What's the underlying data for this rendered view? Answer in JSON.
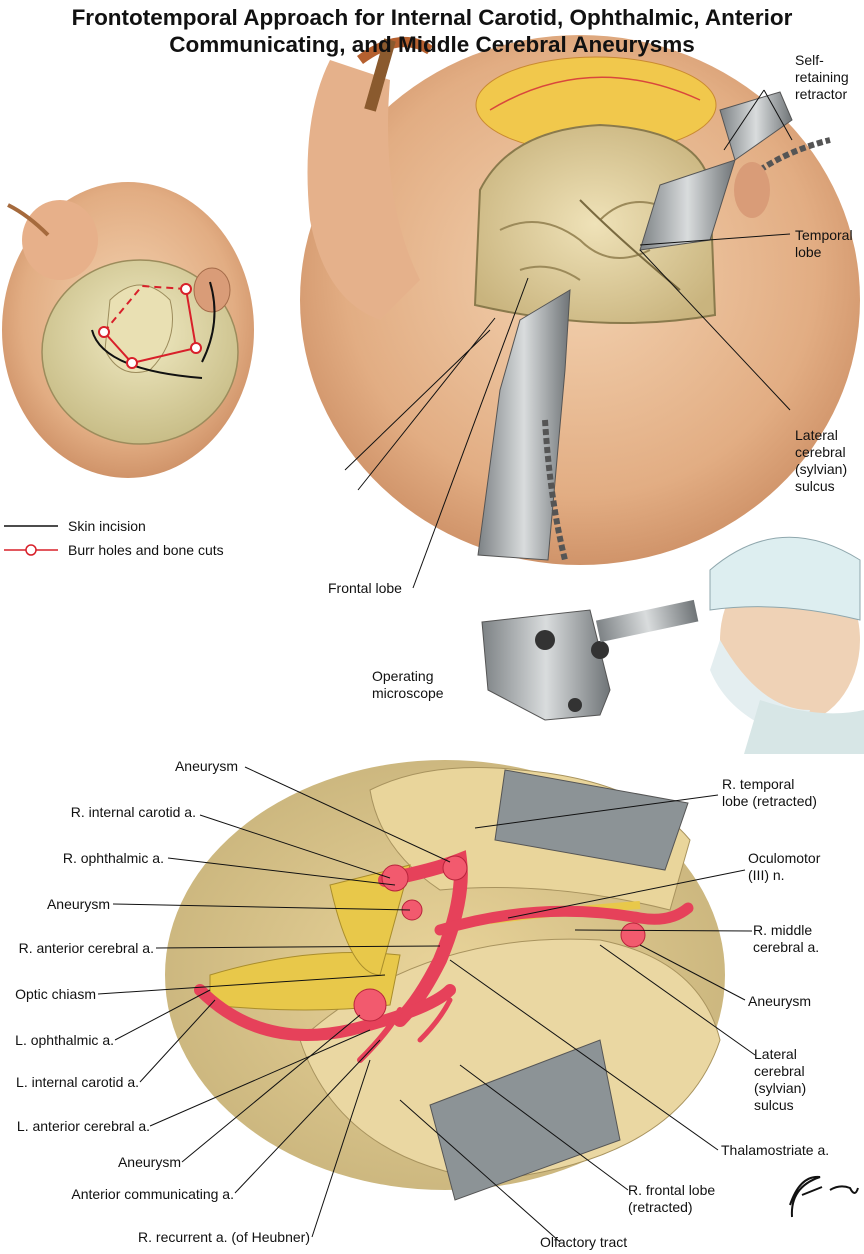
{
  "title": {
    "line1": "Frontotemporal Approach for Internal Carotid, Ophthalmic, Anterior",
    "line2": "Communicating, and Middle Cerebral Aneurysms"
  },
  "legend": {
    "skin_incision": "Skin incision",
    "burr_holes": "Burr holes and bone cuts",
    "skin_color": "#111111",
    "burr_color": "#d8202a"
  },
  "top_labels": {
    "self_retaining_1": "Self-",
    "self_retaining_2": "retaining",
    "self_retaining_3": "retractor",
    "temporal_1": "Temporal",
    "temporal_2": "lobe",
    "lateral_1": "Lateral",
    "lateral_2": "cerebral",
    "lateral_3": "(sylvian)",
    "lateral_4": "sulcus",
    "frontal": "Frontal lobe",
    "microscope_1": "Operating",
    "microscope_2": "microscope"
  },
  "bottom_labels": {
    "aneurysm_top": "Aneurysm",
    "r_internal_carotid": "R. internal carotid a.",
    "r_ophthalmic": "R. ophthalmic a.",
    "aneurysm_mid": "Aneurysm",
    "r_anterior_cerebral": "R. anterior cerebral a.",
    "optic_chiasm": "Optic chiasm",
    "l_ophthalmic": "L. ophthalmic a.",
    "l_internal_carotid": "L. internal carotid a.",
    "l_anterior_cerebral": "L. anterior cerebral a.",
    "aneurysm_low": "Aneurysm",
    "anterior_communicating": "Anterior communicating a.",
    "r_recurrent": "R. recurrent a. (of Heubner)",
    "r_temporal_1": "R. temporal",
    "r_temporal_2": "lobe (retracted)",
    "oculomotor_1": "Oculomotor",
    "oculomotor_2": "(III) n.",
    "r_middle_1": "R. middle",
    "r_middle_2": "cerebral a.",
    "aneurysm_right": "Aneurysm",
    "lateral_1": "Lateral",
    "lateral_2": "cerebral",
    "lateral_3": "(sylvian)",
    "lateral_4": "sulcus",
    "thalamostriate": "Thalamostriate a.",
    "r_frontal_1": "R. frontal lobe",
    "r_frontal_2": "(retracted)",
    "olfactory": "Olfactory tract"
  },
  "signature": "F. Netter M.D."
}
